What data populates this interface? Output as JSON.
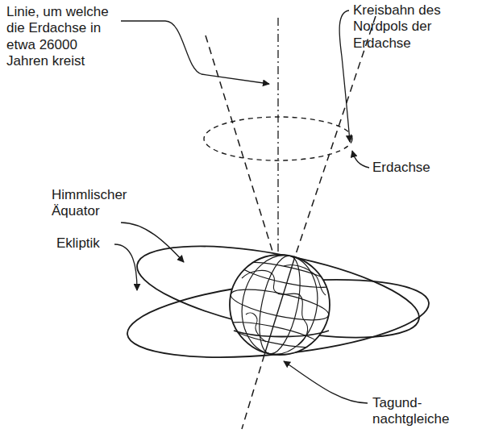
{
  "diagram": {
    "labels": [
      "Linie, um welche die Erdachse in etwa 26000 Jahren kreist",
      "Kreisbahn des Nordpols der Erdachse",
      "Erdachse",
      "Himmlischer Äquator",
      "Ekliptik",
      "Tagund- nachtgleiche"
    ]
  }
}
